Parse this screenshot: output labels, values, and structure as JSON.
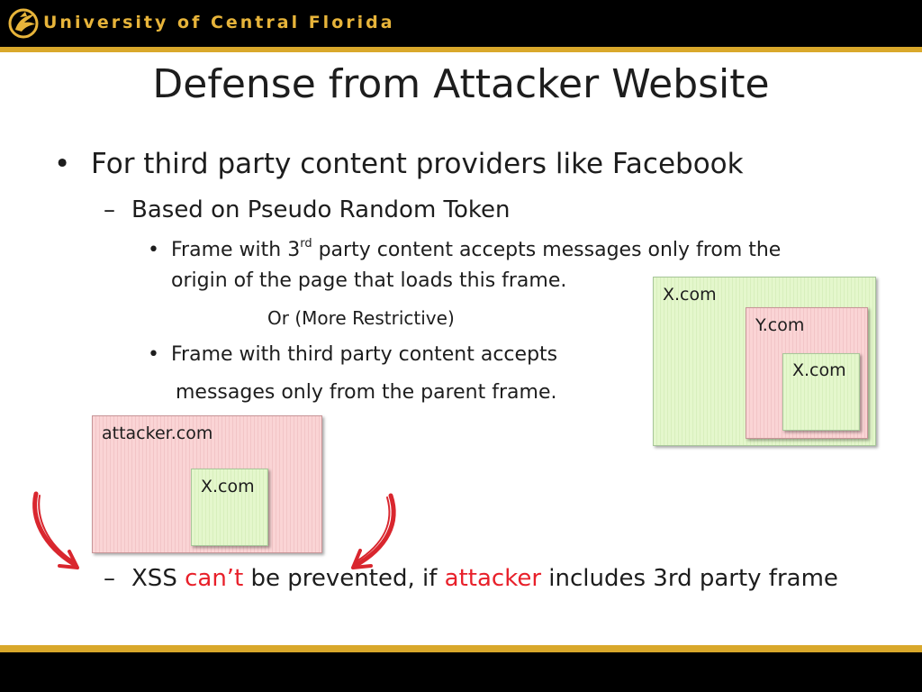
{
  "header": {
    "brand": "University of Central Florida"
  },
  "slide": {
    "title": "Defense from Attacker Website",
    "bullet1": "For third party content providers like Facebook",
    "sub1": "Based on Pseudo Random Token",
    "item1_pre": "Frame with 3",
    "item1_sup": "rd",
    "item1_post": " party content accepts messages only from the",
    "item1_line2": "origin of the page that loads this frame.",
    "or_text": "Or (More Restrictive)",
    "item2_line1": "Frame with third party content accepts",
    "item2_line2": "messages only from the parent frame.",
    "sub2_a": "XSS ",
    "sub2_b": "can’t",
    "sub2_c": " be prevented, if ",
    "sub2_d": "attacker",
    "sub2_e": " includes 3rd party frame"
  },
  "diagram_right": {
    "outer": "X.com",
    "middle": "Y.com",
    "inner": "X.com"
  },
  "diagram_left": {
    "outer": "attacker.com",
    "inner": "X.com"
  },
  "colors": {
    "accent_gold": "#d9a82b",
    "emphasis_red": "#e8202a",
    "frame_green": "#e4f7cc",
    "frame_pink": "#fad4d5"
  }
}
